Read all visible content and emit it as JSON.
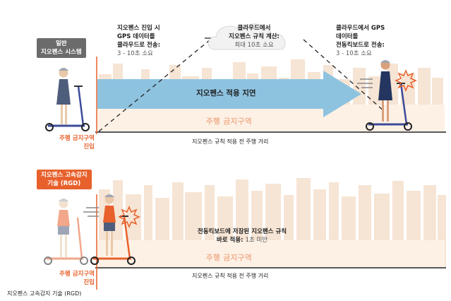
{
  "colors": {
    "accent_orange": "#e8612c",
    "badge_gray": "#6b6b6b",
    "arrow_blue": "#8ec3e0",
    "zone_fill": "#fdf1e6",
    "skyline": "#f6e4d4"
  },
  "top": {
    "badge": [
      "일반",
      "지오펜스 시스템"
    ],
    "entry_label": [
      "주행 금지구역",
      "진입"
    ],
    "step1": [
      "지오펜스 진입 시",
      "GPS 데이터를",
      "클라우드로 전송:"
    ],
    "step1_time": "3 - 10초 소요",
    "cloud_title": [
      "클라우드에서",
      "지오펜스 규칙 계산:"
    ],
    "cloud_time": "최대 10초 소요",
    "step3": [
      "클라우드에서 GPS",
      "데이터를",
      "전동킥보드로 전송:"
    ],
    "step3_time": "3 - 10초 소요",
    "arrow_label": "지오펜스 적용 지연",
    "zone_label": "주행 금지구역",
    "distance_label": "지오펜스 규칙 적용 전 주행 거리"
  },
  "bottom": {
    "badge": [
      "지오펜스 고속감지",
      "기술 (RGD)"
    ],
    "entry_label": [
      "주행 금지구역",
      "진입"
    ],
    "storage": [
      "전동킥보드에 저장된 지오펜스 규칙"
    ],
    "instant": "바로 적용: ",
    "instant_time": "1초 미만",
    "zone_label": "주행 금지구역",
    "distance_label": "지오펜스 규칙 적용 전 주행 거리"
  },
  "caption": "지오펜스 고속감지 기술 (RGD)",
  "icons": [
    "cloud-icon",
    "scooter-rider-icon",
    "stop-burst-icon",
    "speed-lines-icon"
  ]
}
